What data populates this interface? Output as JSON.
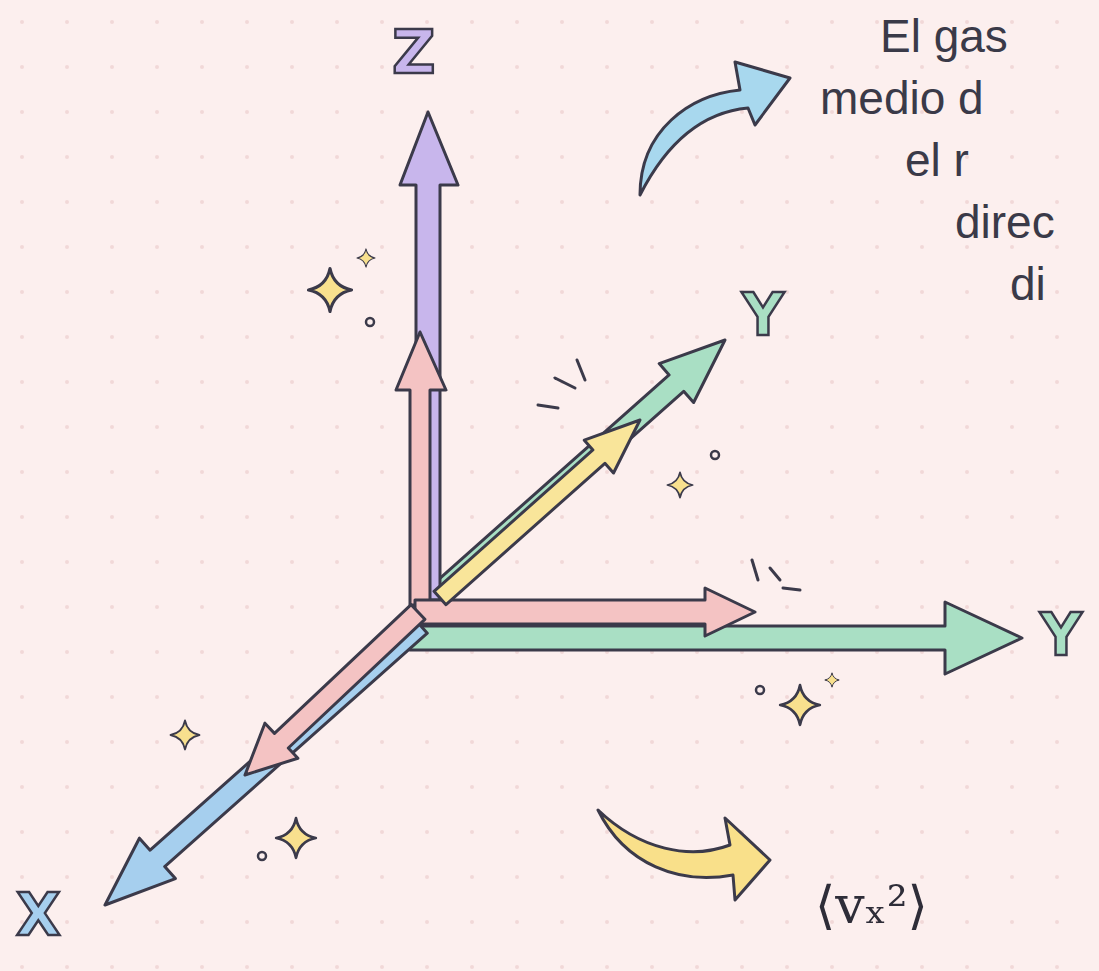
{
  "diagram": {
    "labels": [
      "Z",
      "El gas",
      "medio d",
      "el r",
      "Y",
      "direc",
      "di",
      "Y",
      "X",
      "⟨vₓ²⟩"
    ]
  }
}
